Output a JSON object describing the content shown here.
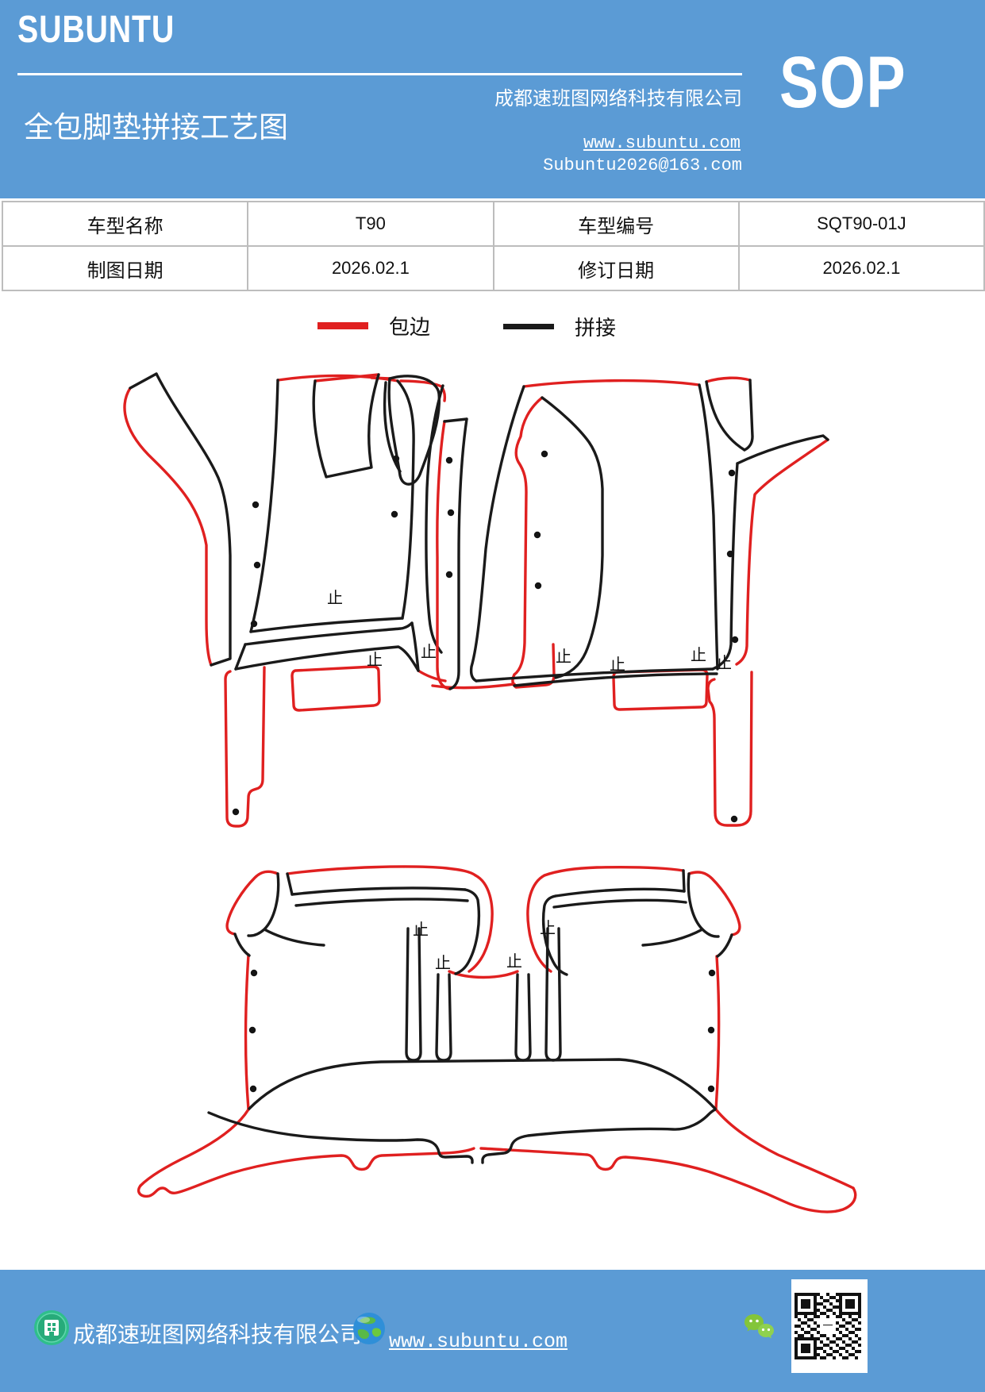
{
  "header": {
    "brand": "SUBUNTU",
    "title": "全包脚垫拼接工艺图",
    "company": "成都速班图网络科技有限公司",
    "website": "www.subuntu.com",
    "email": "Subuntu2026@163.com",
    "doc_type": "SOP",
    "bg_color": "#5b9bd5"
  },
  "info_table": {
    "rows": [
      {
        "label1": "车型名称",
        "value1": "T90",
        "label2": "车型编号",
        "value2": "SQT90-01J"
      },
      {
        "label1": "制图日期",
        "value1": "2026.02.1",
        "label2": "修订日期",
        "value2": "2026.02.1"
      }
    ]
  },
  "legend": {
    "items": [
      {
        "label": "包边",
        "color": "#e02020"
      },
      {
        "label": "拼接",
        "color": "#1a1a1a"
      }
    ]
  },
  "diagram": {
    "stop_mark": "止",
    "edge_color": "#e02020",
    "seam_color": "#1a1a1a",
    "groups": [
      "front-left-mat",
      "front-right-mat",
      "rear-mat"
    ]
  },
  "footer": {
    "company": "成都速班图网络科技有限公司",
    "website": "www.subuntu.com",
    "bg_color": "#5b9bd5"
  }
}
